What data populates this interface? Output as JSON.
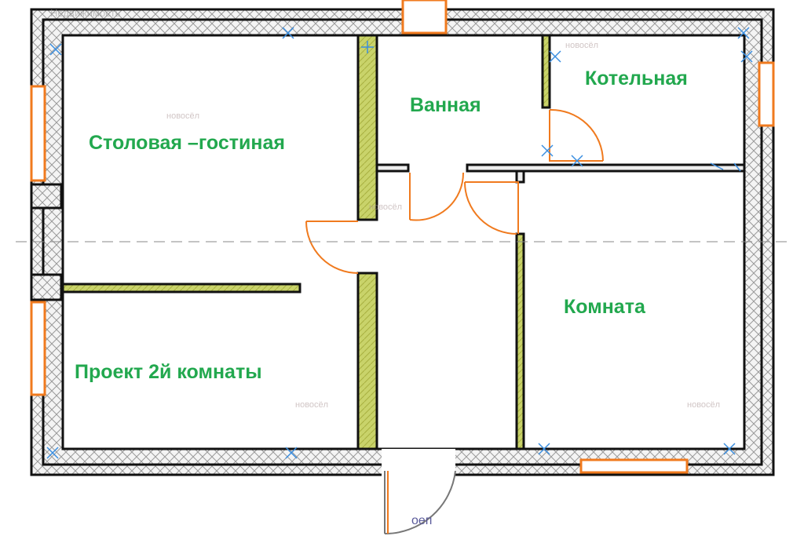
{
  "watermark": "Недвижимость",
  "brand_watermark": "новосёл",
  "rooms": {
    "living": "Столовая –гостиная",
    "bath": "Ванная",
    "boiler": "Котельная",
    "room": "Комната",
    "second_room": "Проект 2й комнаты"
  },
  "dimension_note": "оеп",
  "colors": {
    "label": "#22a84e",
    "window": "#f07a1e",
    "partition": "#c9d36a",
    "wall": "#111111"
  }
}
